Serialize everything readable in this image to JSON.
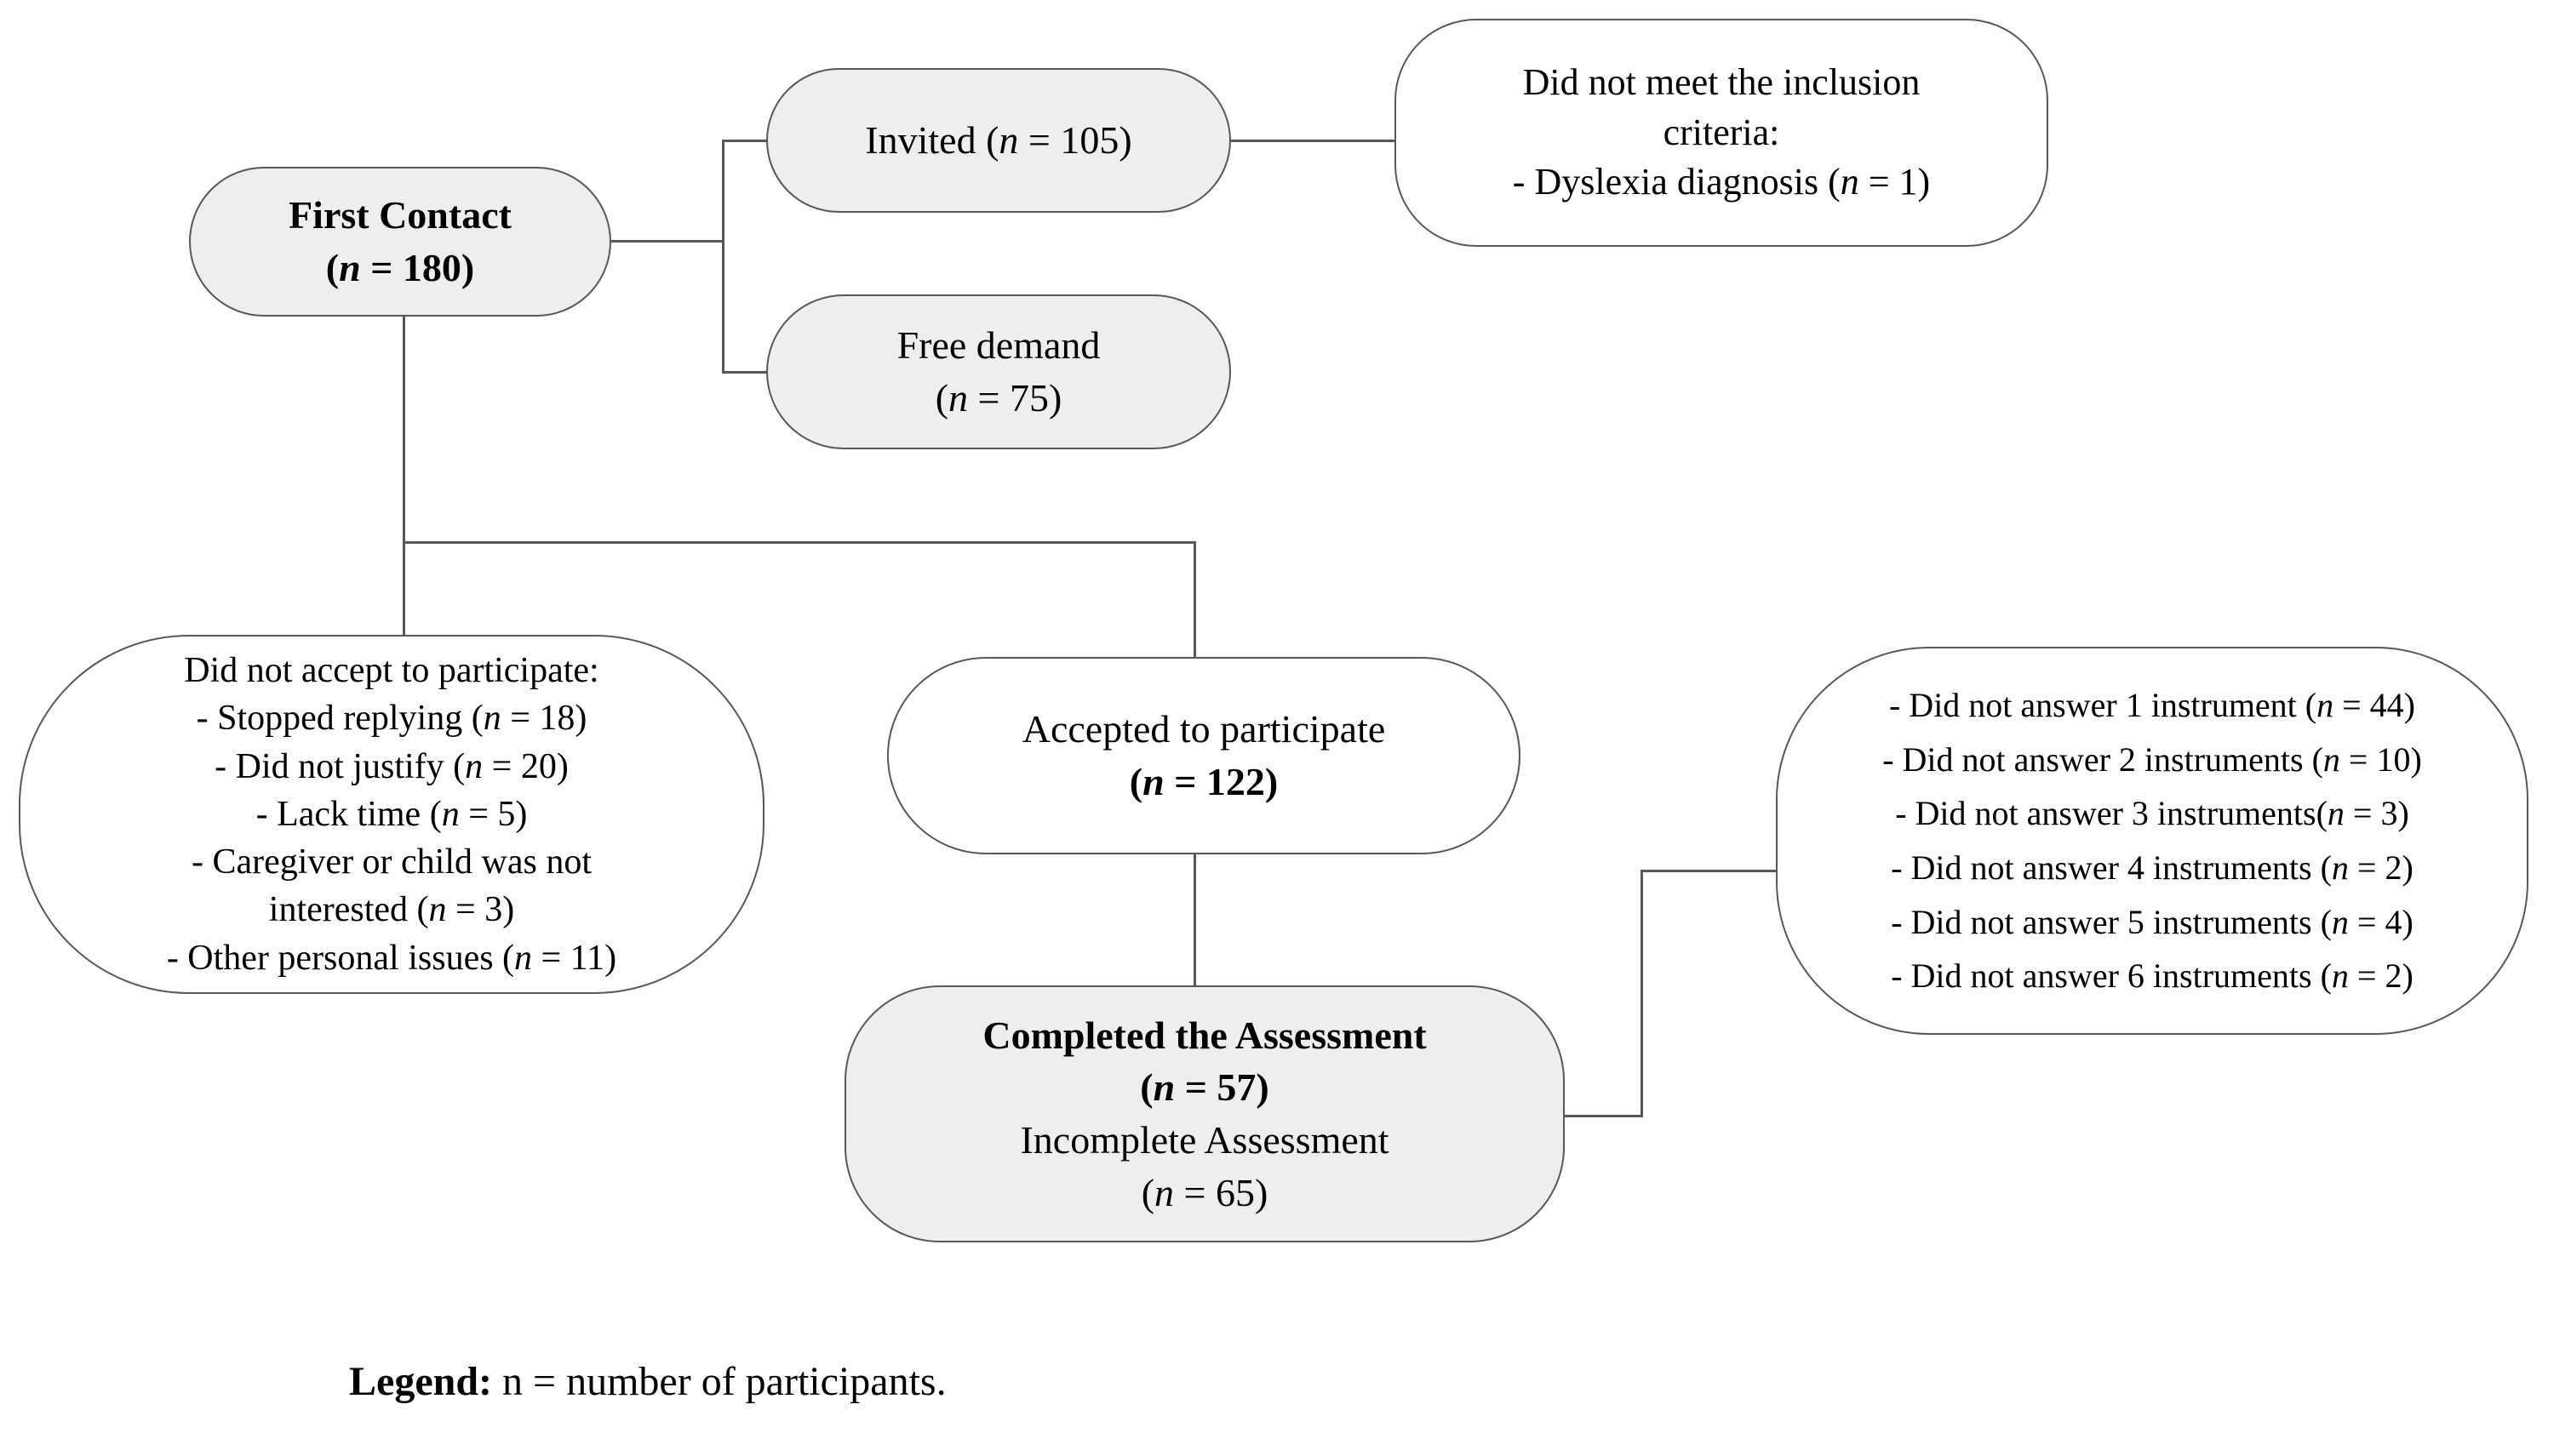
{
  "diagram": {
    "type": "flowchart",
    "title": "Participant recruitment and assessment flow",
    "nodes": {
      "first_contact": {
        "name": "First Contact",
        "line1": "First Contact",
        "line2": "(n =  180)",
        "n": 180,
        "filled": true
      },
      "invited": {
        "name": "Invited",
        "line1": "Invited (n = 105)",
        "n": 105,
        "filled": true
      },
      "exclusion": {
        "name": "Did not meet the inclusion criteria",
        "line1": "Did not meet the inclusion",
        "line2": "criteria:",
        "line3": "- Dyslexia diagnosis (n = 1)",
        "filled": false
      },
      "free_demand": {
        "name": "Free demand",
        "line1": "Free demand",
        "line2": "(n = 75)",
        "n": 75,
        "filled": true
      },
      "not_accept": {
        "name": "Did not accept to participate",
        "heading": "Did not accept to participate:",
        "items": [
          "- Stopped replying (n = 18)",
          "- Did not justify (n =  20)",
          "- Lack time (n = 5)",
          "- Caregiver or child was not",
          "interested (n = 3)",
          "- Other personal issues (n = 11)"
        ],
        "filled": false
      },
      "accepted": {
        "name": "Accepted to participate",
        "line1": "Accepted to participate",
        "line2": "(n =  122)",
        "n": 122,
        "filled": false
      },
      "completed": {
        "name": "Completed the Assessment",
        "line1": "Completed the Assessment",
        "line2": "(n = 57)",
        "line3": "Incomplete Assessment",
        "line4": "(n = 65)",
        "n_completed": 57,
        "n_incomplete": 65,
        "filled": true
      },
      "instruments": {
        "name": "Did not answer instruments",
        "items": [
          "- Did not answer 1 instrument (n = 44)",
          "- Did not answer 2 instruments (n = 10)",
          "- Did not answer 3 instruments(n = 3)",
          "- Did not answer 4 instruments (n = 2)",
          "- Did not answer 5 instruments (n = 4)",
          "- Did not answer 6 instruments (n = 2)"
        ],
        "filled": false
      }
    },
    "legend": {
      "label": "Legend:",
      "text": " n = number of participants."
    },
    "colors": {
      "fill": "#eeeeee",
      "stroke": "#55585c",
      "text": "#000000",
      "background": "#ffffff"
    }
  }
}
